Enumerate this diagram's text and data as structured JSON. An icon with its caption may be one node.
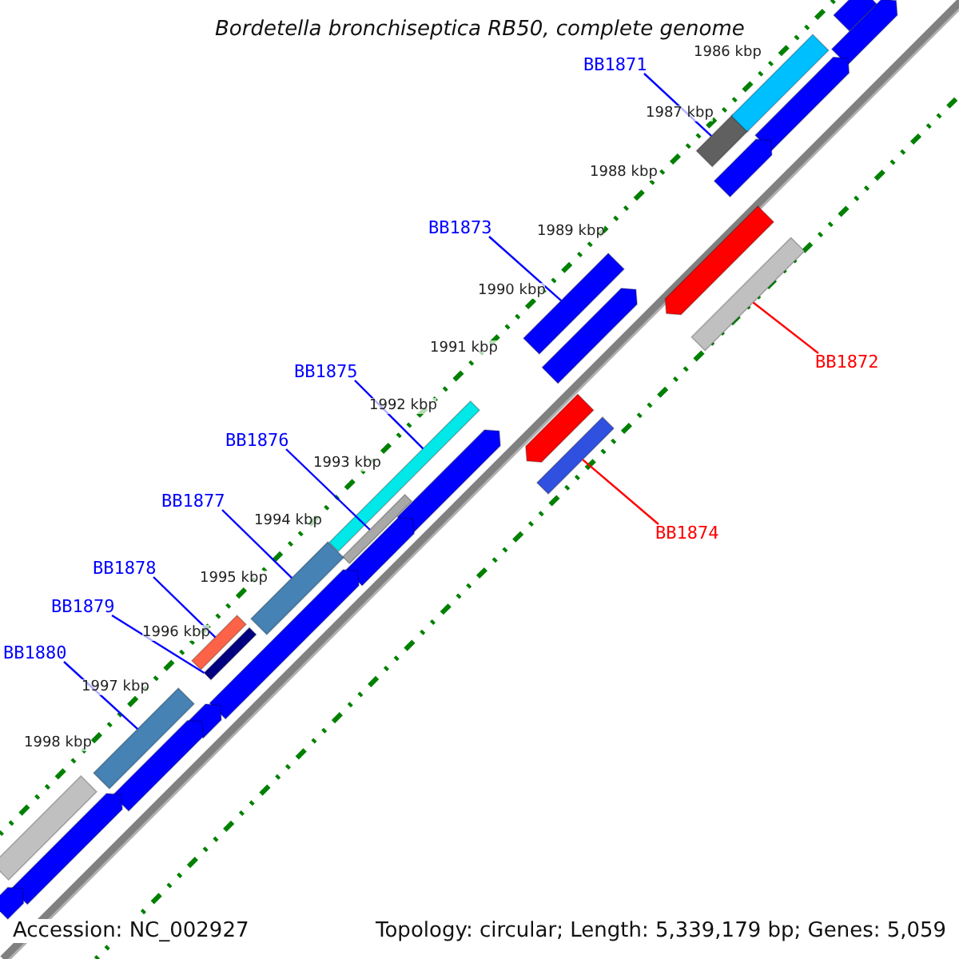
{
  "diagram": {
    "title": "Bordetella bronchiseptica RB50, complete genome",
    "nodes": [
      {
        "text": [
          "BB1871"
        ]
      },
      {
        "text": [
          "BB1873"
        ]
      },
      {
        "text": [
          "BB1872"
        ]
      },
      {
        "text": [
          "BB1875"
        ]
      },
      {
        "text": [
          "BB1876"
        ]
      },
      {
        "text": [
          "BB1877"
        ]
      },
      {
        "text": [
          "BB1874"
        ]
      },
      {
        "text": [
          "BB1878"
        ]
      },
      {
        "text": [
          "BB1879"
        ]
      },
      {
        "text": [
          "BB1880"
        ]
      },
      {
        "text": [],
        "shape": "bar"
      },
      {
        "text": [],
        "shape": "bar"
      },
      {
        "text": [],
        "shape": "bar"
      },
      {
        "text": [],
        "shape": "bar"
      },
      {
        "text": [],
        "shape": "bar"
      },
      {
        "text": [],
        "shape": "bar"
      },
      {
        "text": [],
        "shape": "bar"
      },
      {
        "text": [],
        "shape": "bar"
      },
      {
        "text": [],
        "shape": "bar"
      },
      {
        "text": [],
        "shape": "bar"
      },
      {
        "text": [],
        "shape": "bar"
      },
      {
        "text": [],
        "shape": "bar"
      },
      {
        "text": [],
        "shape": "bar"
      },
      {
        "text": [],
        "shape": "bar"
      },
      {
        "text": [],
        "shape": "bar"
      },
      {
        "text": [],
        "shape": "bar"
      },
      {
        "text": [],
        "shape": "bar"
      },
      {
        "text": [],
        "shape": "bar"
      },
      {
        "text": [],
        "shape": "bar"
      },
      {
        "text": [],
        "shape": "bar"
      },
      {
        "text": [],
        "shape": "bar"
      },
      {
        "text": [],
        "shape": "bar"
      },
      {
        "text": [],
        "shape": "bar"
      },
      {
        "text": [],
        "shape": "bar"
      },
      {
        "text": [],
        "shape": "bar"
      },
      {
        "text": [],
        "shape": "bar"
      }
    ],
    "edges": [
      {
        "from": 0,
        "to": 10,
        "arrow": "none"
      },
      {
        "from": 1,
        "to": 11,
        "arrow": "none"
      },
      {
        "from": 2,
        "to": 12,
        "arrow": "none",
        "color": "#ff0000"
      },
      {
        "from": 3,
        "to": 13,
        "arrow": "none"
      },
      {
        "from": 4,
        "to": 14,
        "arrow": "none"
      },
      {
        "from": 5,
        "to": 15,
        "arrow": "none"
      },
      {
        "from": 6,
        "to": 16,
        "arrow": "none",
        "color": "#ff0000"
      },
      {
        "from": 7,
        "to": 17,
        "arrow": "none"
      },
      {
        "from": 8,
        "to": 18,
        "arrow": "none"
      },
      {
        "from": 9,
        "to": 19,
        "arrow": "none"
      }
    ],
    "labels": [
      "1986 kbp",
      "1987 kbp",
      "1988 kbp",
      "1989 kbp",
      "1990 kbp",
      "1991 kbp",
      "1992 kbp",
      "1993 kbp",
      "1994 kbp",
      "1995 kbp",
      "1996 kbp",
      "1997 kbp",
      "1998 kbp",
      "Accession: NC_002927",
      "Topology: circular; Length: 5,339,179 bp; Genes: 5,059"
    ]
  }
}
